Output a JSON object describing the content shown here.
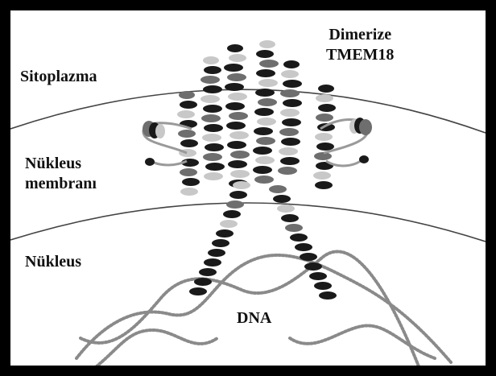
{
  "figure": {
    "labels": {
      "cytoplasm": "Sitoplazma",
      "dimer_line1": "Dimerize",
      "dimer_line2": "TMEM18",
      "membrane_line1": "Nükleus",
      "membrane_line2": "membranı",
      "nucleus": "Nükleus",
      "dna": "DNA"
    },
    "colors": {
      "frame": "#000000",
      "membrane": "#444444",
      "helix_dark": "#1a1a1a",
      "helix_mid": "#6e6e6e",
      "helix_light": "#c8c8c8",
      "dna": "#8a8a8a"
    }
  }
}
